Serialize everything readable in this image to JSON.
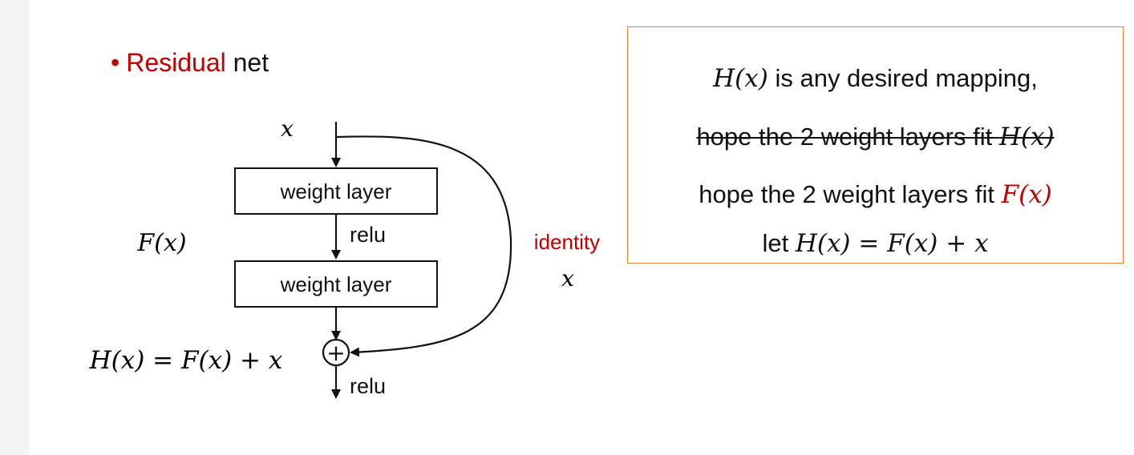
{
  "bullet": {
    "highlight": "Residual",
    "rest": "net"
  },
  "diagram": {
    "input_label": "x",
    "block1_label": "weight layer",
    "relu_mid": "relu",
    "block2_label": "weight layer",
    "fx_label": "F(x)",
    "sum_symbol": "+",
    "output_eq": "H(x) = F(x) + x",
    "relu_out": "relu",
    "identity_label": "identity",
    "identity_x": "x"
  },
  "note": {
    "line1_math": "H(x)",
    "line1_text": " is any desired mapping,",
    "line2_struck": "hope the 2 weight layers fit ",
    "line2_math": "H(x)",
    "line3_text": "hope the 2 weight layers fit ",
    "line3_math": "F(x)",
    "line4_text": "let ",
    "line4_math": "H(x) = F(x) + x"
  },
  "colors": {
    "accent": "#c00000",
    "box_border": "#ed7d31"
  }
}
